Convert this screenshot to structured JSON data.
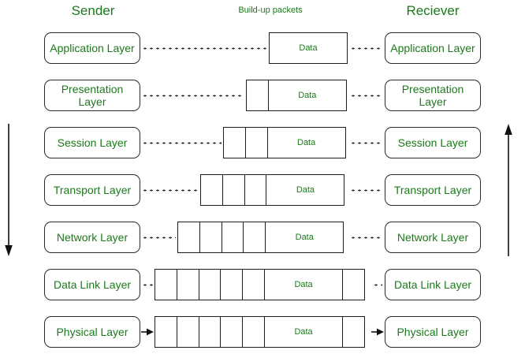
{
  "headings": {
    "sender": "Sender",
    "middle": "Build-up packets",
    "receiver": "Reciever"
  },
  "data_label": "Data",
  "colors": {
    "text_green": "#1a7a1a",
    "stroke": "#2b2b2b",
    "background": "#ffffff"
  },
  "side_arrows": {
    "left": {
      "name": "encapsulation-down-arrow",
      "direction": "down"
    },
    "right": {
      "name": "decapsulation-up-arrow",
      "direction": "up"
    }
  },
  "layers": [
    {
      "name": "Application Layer",
      "sender_label": "Application Layer",
      "receiver_label": "Application Layer",
      "header_cells": 0,
      "trailer_cells": 0,
      "connector_left": "dotted",
      "connector_right": "dotted"
    },
    {
      "name": "Presentation Layer",
      "sender_label": "Presentation\nLayer",
      "receiver_label": "Presentation\nLayer",
      "header_cells": 1,
      "trailer_cells": 0,
      "connector_left": "dotted",
      "connector_right": "dotted"
    },
    {
      "name": "Session Layer",
      "sender_label": "Session Layer",
      "receiver_label": "Session Layer",
      "header_cells": 2,
      "trailer_cells": 0,
      "connector_left": "dotted",
      "connector_right": "dotted"
    },
    {
      "name": "Transport Layer",
      "sender_label": "Transport Layer",
      "receiver_label": "Transport Layer",
      "header_cells": 3,
      "trailer_cells": 0,
      "connector_left": "dotted",
      "connector_right": "dotted"
    },
    {
      "name": "Network Layer",
      "sender_label": "Network Layer",
      "receiver_label": "Network Layer",
      "header_cells": 4,
      "trailer_cells": 0,
      "connector_left": "dotted",
      "connector_right": "dotted"
    },
    {
      "name": "Data Link Layer",
      "sender_label": "Data Link Layer",
      "receiver_label": "Data Link Layer",
      "header_cells": 5,
      "trailer_cells": 1,
      "connector_left": "dotted",
      "connector_right": "dotted"
    },
    {
      "name": "Physical Layer",
      "sender_label": "Physical Layer",
      "receiver_label": "Physical Layer",
      "header_cells": 5,
      "trailer_cells": 1,
      "connector_left": "arrow",
      "connector_right": "arrow"
    }
  ]
}
